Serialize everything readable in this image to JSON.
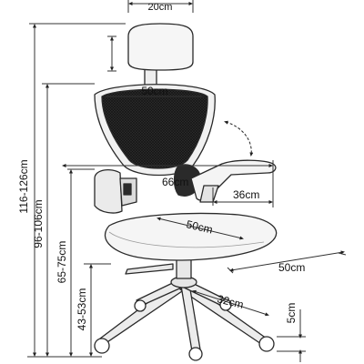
{
  "labels": {
    "top_width": "20cm",
    "back_width": "50cm",
    "armrest_reach": "66cm",
    "armrest_length": "36cm",
    "seat_width": "50cm",
    "seat_depth": "50cm",
    "base_radius": "32cm",
    "caster_height": "5cm",
    "total_height": "116-126cm",
    "back_top_height": "96-106cm",
    "armrest_height": "65-75cm",
    "seat_height": "43-53cm"
  },
  "colors": {
    "background": "#ffffff",
    "line": "#2a2a2a",
    "mesh": "#1e1e1e",
    "frame": "#f3f3f3"
  }
}
